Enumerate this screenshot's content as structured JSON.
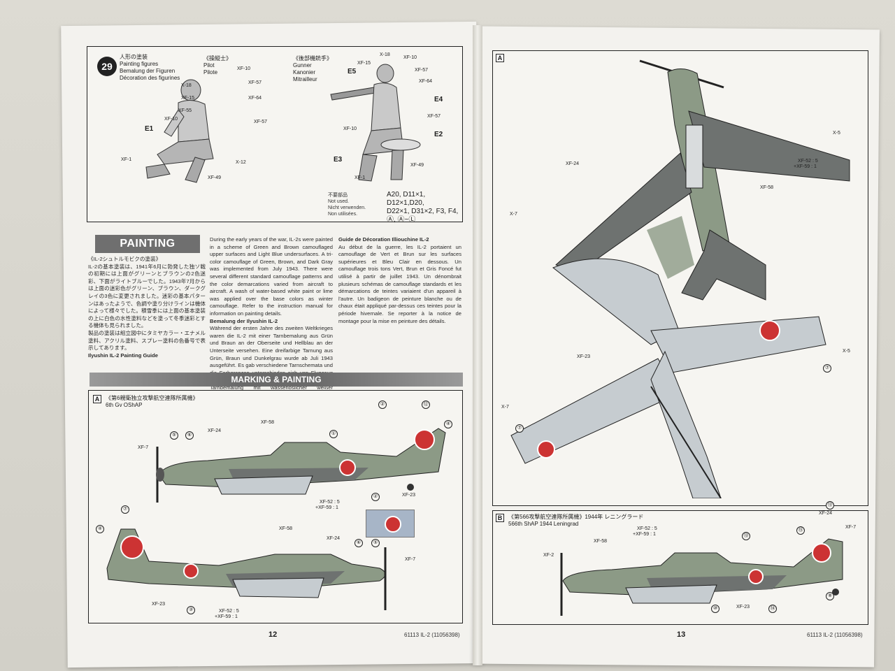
{
  "left_page": {
    "step": {
      "number": "29",
      "title_jp": "人形の塗装",
      "title_en": "Painting figures",
      "title_de": "Bemalung der Figuren",
      "title_fr": "Décoration des figurines",
      "pilot_jp": "《操縦士》",
      "pilot_en": "Pilot",
      "pilot_fr": "Pilote",
      "gunner_jp": "《後部機銃手》",
      "gunner_en": "Gunner",
      "gunner_de": "Kanonier",
      "gunner_fr": "Mitrailleur",
      "pilot_callouts": [
        "XF-10",
        "X-18",
        "XF-57",
        "XF-15",
        "XF-64",
        "XF-55",
        "XF-10",
        "XF-57",
        "XF-1",
        "X-12",
        "XF-49"
      ],
      "gunner_callouts": [
        "X-18",
        "XF-10",
        "XF-15",
        "XF-57",
        "XF-64",
        "XF-57",
        "XF-10",
        "XF-49",
        "XF-1"
      ],
      "parts": [
        "E1",
        "E5",
        "E4",
        "E2",
        "E3"
      ],
      "unused_jp": "不要部品",
      "unused_en": "Not used.",
      "unused_de": "Nicht verwenden.",
      "unused_fr": "Non utilisées.",
      "unused_parts_1": "A20, D11×1, D12×1,D20,",
      "unused_parts_2": "D22×1, D31×2, F3, F4,",
      "unused_parts_3": "Ⓐ, Ⓐ~Ⓛ"
    },
    "painting": {
      "banner": "PAINTING",
      "jp_head": "《IL-2シュトルモビクの塗装》",
      "jp_text": "IL-2の基本塗装は、1941年6月に勃発した独ソ戦の初期には上面がグリーンとブラウンの2色迷彩、下面がライトブルーでした。1943年7月からは上面の迷彩色がグリーン、ブラウン、ダークグレイの3色に変更されました。迷彩の基本パターンはあったようで、色調や塗り分けラインは機体によって様々でした。積雪季には上面の基本塗装の上に白色の水性塗料などを塗って冬季迷彩とする機体も見られました。",
      "jp_text2": "製品の塗装は組立図中にタミヤカラー・エナメル塗料、アクリル塗料、スプレー塗料の色番号で表示してあります。",
      "en_head": "Ilyushin IL-2 Painting Guide",
      "en_text": "During the early years of the war, IL-2s were painted in a scheme of Green and Brown camouflaged upper surfaces and Light Blue undersurfaces. A tri-color camouflage of Green, Brown, and Dark Gray was implemented from July 1943. There were several different standard camouflage patterns and the color demarcations varied from aircraft to aircraft. A wash of water-based white paint or lime was applied over the base colors as winter camouflage. Refer to the instruction manual for information on painting details.",
      "de_head": "Bemalung der Ilyushin IL-2",
      "de_text": "Während der ersten Jahre des zweiten Weltkrieges waren die IL-2 mit einer Tarnbemalung aus Grün und Braun an der Oberseite und Hellblau an der Unterseite versehen. Eine dreifarbige Tarnung aus Grün, Braun und Dunkelgrau wurde ab Juli 1943 ausgeführt. Es gab verschiedene Tarnschemata und die Farbgrenzen unterschieden sich von Flugzeug zu Flugzeug. Zur Tarnung im Winter wurde die Tarnbemalung mit wasserlöslicher weißer Kreidefarbe überstrichen. Zur Bemalung der Details Bauanleitung beachten.",
      "fr_head": "Guide de Décoration Illiouchine IL-2",
      "fr_text": "Au début de la guerre, les IL-2 portaient un camouflage de Vert et Brun sur les surfaces supérieures et Bleu Clair en dessous. Un camouflage trois tons Vert, Brun et Gris Foncé fut utilisé à partir de juillet 1943. Un dénombrait plusieurs schémas de camouflage standards et les démarcations de teintes variaient d'un appareil à l'autre. Un badigeon de peinture blanche ou de chaux était appliqué par-dessus ces teintes pour la période hivernale. Se reporter à la notice de montage pour la mise en peinture des détails."
    },
    "marking_bar": "MARKING & PAINTING",
    "scheme_a": {
      "letter": "A",
      "title_jp": "《第6親衛独立攻撃航空連隊所属機》",
      "title_en": "6th Gv OShAP",
      "callouts": [
        "XF-24",
        "XF-58",
        "XF-7",
        "XF-23",
        "XF-52 : 5",
        "+XF-59 : 1",
        "XF-58",
        "XF-24",
        "XF-7",
        "XF-23",
        "XF-52 : 5",
        "+XF-59 : 1"
      ],
      "marks": [
        "⑤",
        "⑥",
        "①",
        "②",
        "⑫",
        "④",
        "②",
        "⑦",
        "④",
        "⑥",
        "⑤",
        "③"
      ]
    },
    "page_number": "12",
    "footer": "61113  IL-2 (11056398)"
  },
  "right_page": {
    "scheme_a_letter": "A",
    "plan_callouts": [
      "XF-24",
      "XF-58",
      "X-7",
      "X-5",
      "XF-52 : 5",
      "+XF-59 : 1",
      "XF-23",
      "X-5",
      "X-7"
    ],
    "plan_marks": [
      "⑦",
      "⑦"
    ],
    "scheme_b": {
      "letter": "B",
      "title_jp": "《第566攻撃航空連隊所属機》1944年 レニングラード",
      "title_en": "566th ShAP  1944  Leningrad",
      "callouts": [
        "XF-24",
        "XF-52 : 5",
        "+XF-59 : 1",
        "XF-58",
        "XF-7",
        "XF-2",
        "XF-23"
      ],
      "marks": [
        "⑬",
        "⑮",
        "⑬",
        "⑩",
        "⑭",
        "⑧"
      ]
    },
    "page_number": "13",
    "footer": "61113  IL-2 (11056398)"
  },
  "colors": {
    "paper": "#f3f2ee",
    "camo_green": "#8c9a86",
    "camo_gray": "#6e7270",
    "underside": "#c6ccd0",
    "banner_gray": "#6f6f6f"
  }
}
